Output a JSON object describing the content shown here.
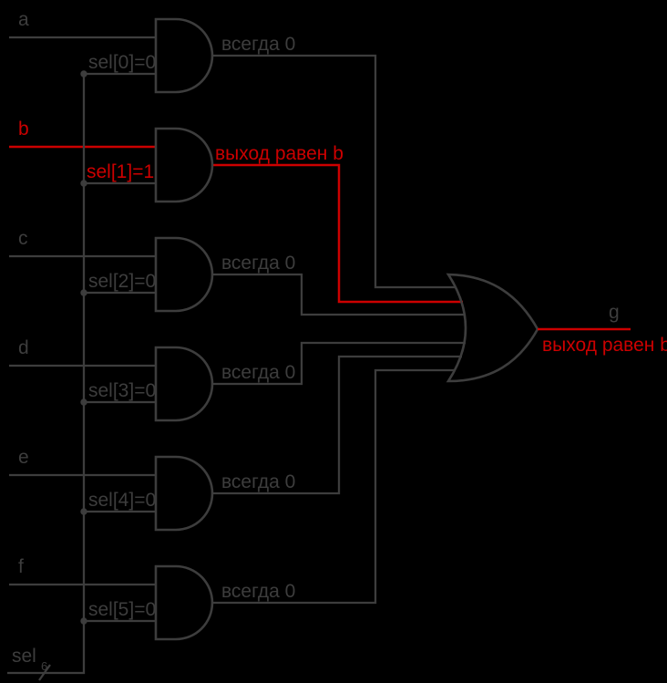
{
  "colors": {
    "background": "#000000",
    "wire": "#3d3d3d",
    "highlight": "#cc0000"
  },
  "inputs": [
    "a",
    "b",
    "c",
    "d",
    "e",
    "f"
  ],
  "gates": [
    {
      "sel": "sel[0]=0",
      "out": "всегда 0"
    },
    {
      "sel": "sel[1]=1",
      "out": "выход равен b"
    },
    {
      "sel": "sel[2]=0",
      "out": "всегда 0"
    },
    {
      "sel": "sel[3]=0",
      "out": "всегда 0"
    },
    {
      "sel": "sel[4]=0",
      "out": "всегда 0"
    },
    {
      "sel": "sel[5]=0",
      "out": "всегда 0"
    }
  ],
  "output": {
    "name": "g",
    "annotation": "выход равен b"
  },
  "bus": {
    "label": "sel",
    "width": "6"
  }
}
